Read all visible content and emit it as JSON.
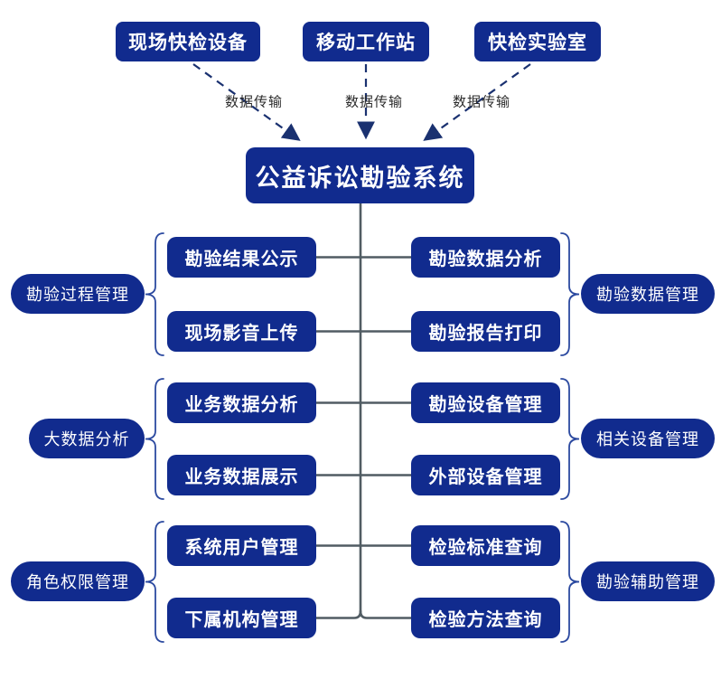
{
  "diagram": {
    "sources": [
      {
        "label": "现场快检设备"
      },
      {
        "label": "移动工作站"
      },
      {
        "label": "快检实验室"
      }
    ],
    "transfer_label": "数据传输",
    "center": {
      "label": "公益诉讼勘验系统"
    },
    "groups": [
      {
        "side": "left",
        "category": "勘验过程管理",
        "items": [
          "勘验结果公示",
          "现场影音上传"
        ]
      },
      {
        "side": "right",
        "category": "勘验数据管理",
        "items": [
          "勘验数据分析",
          "勘验报告打印"
        ]
      },
      {
        "side": "left",
        "category": "大数据分析",
        "items": [
          "业务数据分析",
          "业务数据展示"
        ]
      },
      {
        "side": "right",
        "category": "相关设备管理",
        "items": [
          "勘验设备管理",
          "外部设备管理"
        ]
      },
      {
        "side": "left",
        "category": "角色权限管理",
        "items": [
          "系统用户管理",
          "下属机构管理"
        ]
      },
      {
        "side": "right",
        "category": "勘验辅助管理",
        "items": [
          "检验标准查询",
          "检验方法查询"
        ]
      }
    ],
    "colors": {
      "node_blue": "#112b8e",
      "connector_gray": "#515c63",
      "arrow_blue": "#1a3170",
      "brace_blue": "#2c4aa0",
      "label_text": "#2b2b2b"
    }
  }
}
